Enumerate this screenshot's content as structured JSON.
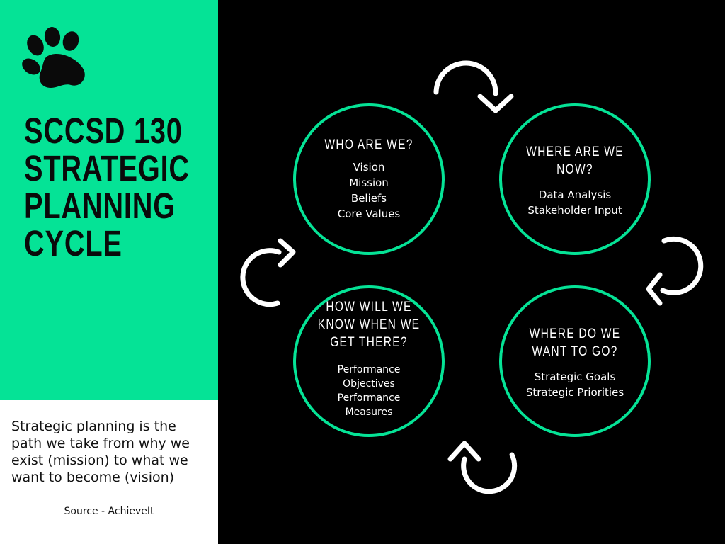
{
  "title": {
    "lines": [
      "SCCSD 130",
      "STRATEGIC",
      "PLANNING",
      "CYCLE"
    ]
  },
  "description": {
    "lines": [
      "Strategic planning is the",
      "path we take from why we",
      "exist (mission) to what we",
      "want to become (vision)"
    ]
  },
  "source": "Source - AchieveIt",
  "colors": {
    "accent": "#05e396",
    "background": "#000000",
    "text_light": "#ffffff",
    "text_dark": "#0a0a0a"
  },
  "icons": {
    "logo": "paw-print-icon",
    "arrow": "curved-arrow-icon"
  },
  "nodes": [
    {
      "title_lines": [
        "WHO ARE WE?"
      ],
      "items": [
        "Vision",
        "Mission",
        "Beliefs",
        "Core Values"
      ]
    },
    {
      "title_lines": [
        "WHERE ARE WE",
        "NOW?"
      ],
      "items": [
        "Data Analysis",
        "Stakeholder Input"
      ]
    },
    {
      "title_lines": [
        "WHERE DO WE",
        "WANT TO GO?"
      ],
      "items": [
        "Strategic Goals",
        "Strategic Priorities"
      ]
    },
    {
      "title_lines": [
        "HOW WILL WE",
        "KNOW WHEN WE",
        "GET THERE?"
      ],
      "items": [
        "Performance",
        "Objectives",
        "Performance",
        "Measures"
      ]
    }
  ]
}
